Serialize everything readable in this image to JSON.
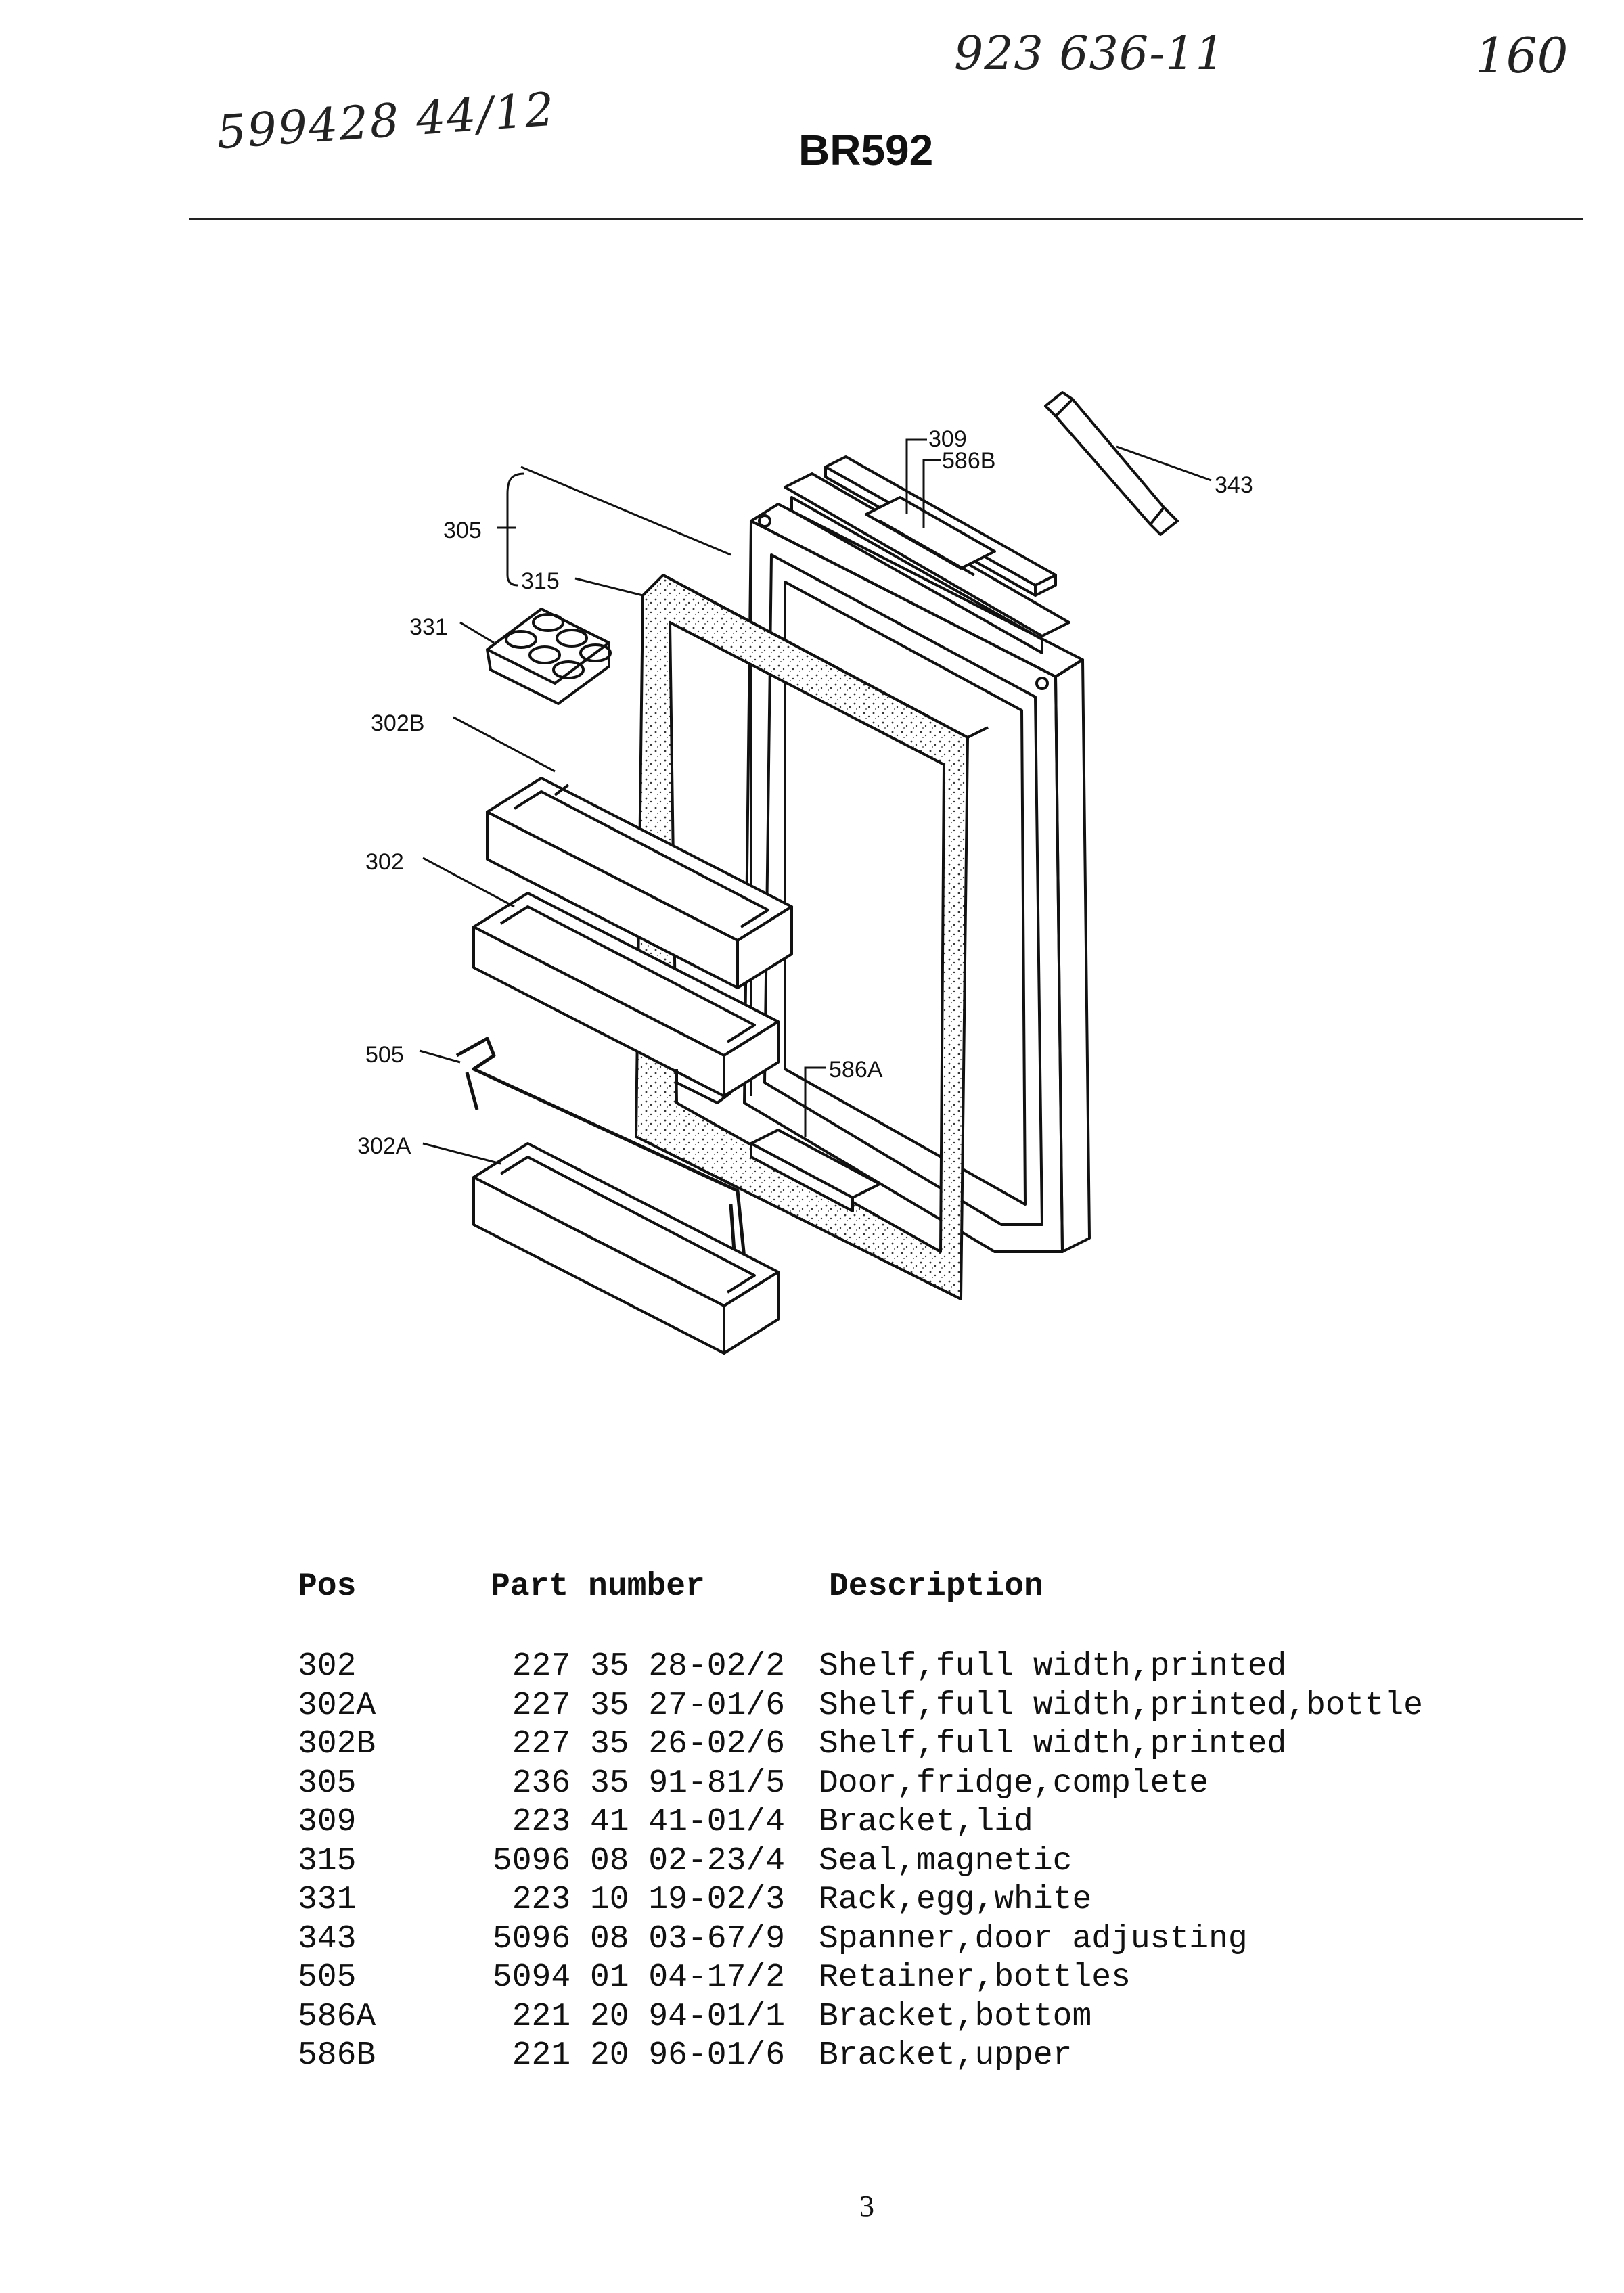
{
  "handwriting": {
    "left": "599428 44/12",
    "middle": "923 636-11",
    "right": "160"
  },
  "title": "BR592",
  "callouts": {
    "c309": "309",
    "c586b": "586B",
    "c343": "343",
    "c305": "305",
    "c315": "315",
    "c331": "331",
    "c302b": "302B",
    "c302": "302",
    "c505": "505",
    "c586a": "586A",
    "c302a": "302A"
  },
  "table": {
    "headers": {
      "pos": "Pos",
      "part": "Part number",
      "desc": "Description"
    },
    "rows": [
      {
        "pos": "302",
        "part": "227 35 28-02/2",
        "desc": "Shelf,full width,printed"
      },
      {
        "pos": "302A",
        "part": "227 35 27-01/6",
        "desc": "Shelf,full width,printed,bottle"
      },
      {
        "pos": "302B",
        "part": "227 35 26-02/6",
        "desc": "Shelf,full width,printed"
      },
      {
        "pos": "305",
        "part": "236 35 91-81/5",
        "desc": "Door,fridge,complete"
      },
      {
        "pos": "309",
        "part": "223 41 41-01/4",
        "desc": "Bracket,lid"
      },
      {
        "pos": "315",
        "part": "5096 08 02-23/4",
        "desc": "Seal,magnetic"
      },
      {
        "pos": "331",
        "part": "223 10 19-02/3",
        "desc": "Rack,egg,white"
      },
      {
        "pos": "343",
        "part": "5096 08 03-67/9",
        "desc": "Spanner,door adjusting"
      },
      {
        "pos": "505",
        "part": "5094 01 04-17/2",
        "desc": "Retainer,bottles"
      },
      {
        "pos": "586A",
        "part": "221 20 94-01/1",
        "desc": "Bracket,bottom"
      },
      {
        "pos": "586B",
        "part": "221 20 96-01/6",
        "desc": "Bracket,upper"
      }
    ]
  },
  "page_number": "3"
}
